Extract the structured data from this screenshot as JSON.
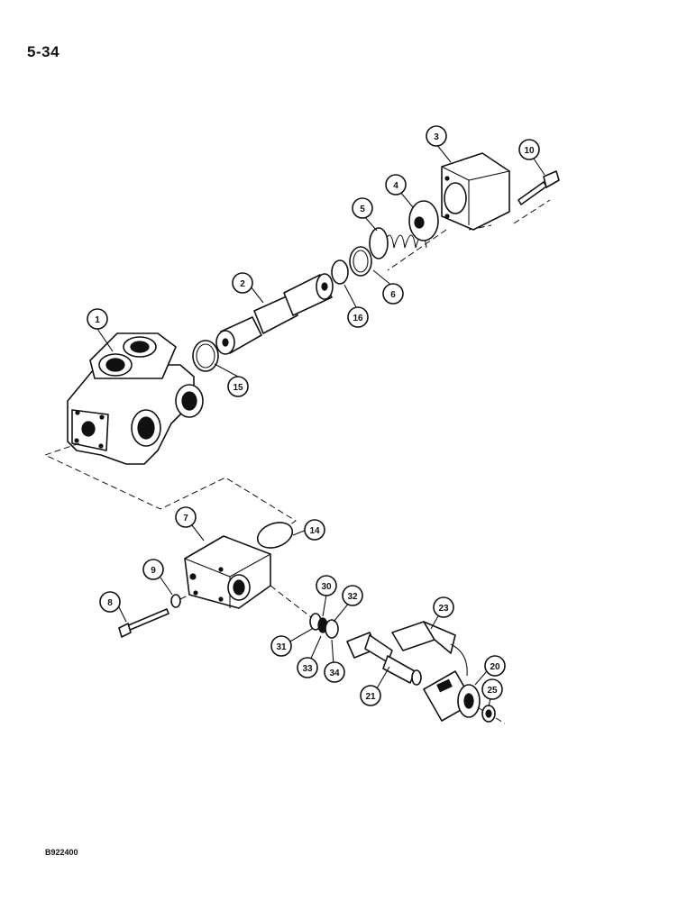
{
  "page_number": "5-34",
  "drawing_code": "B922400",
  "callouts": [
    "1",
    "2",
    "3",
    "4",
    "5",
    "6",
    "7",
    "8",
    "9",
    "10",
    "14",
    "15",
    "16",
    "20",
    "21",
    "23",
    "25",
    "30",
    "31",
    "32",
    "33",
    "34"
  ]
}
